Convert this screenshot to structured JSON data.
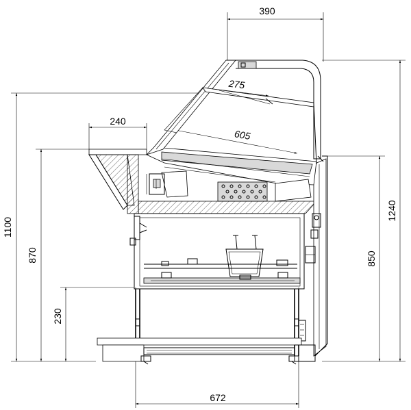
{
  "dimensions": {
    "top_width": "390",
    "shelf_depth": "275",
    "worktop_depth": "240",
    "display_depth": "605",
    "total_height_left": "1100",
    "counter_height_left": "870",
    "base_height": "230",
    "total_height_right": "1240",
    "counter_height_right": "850",
    "base_width": "672"
  }
}
